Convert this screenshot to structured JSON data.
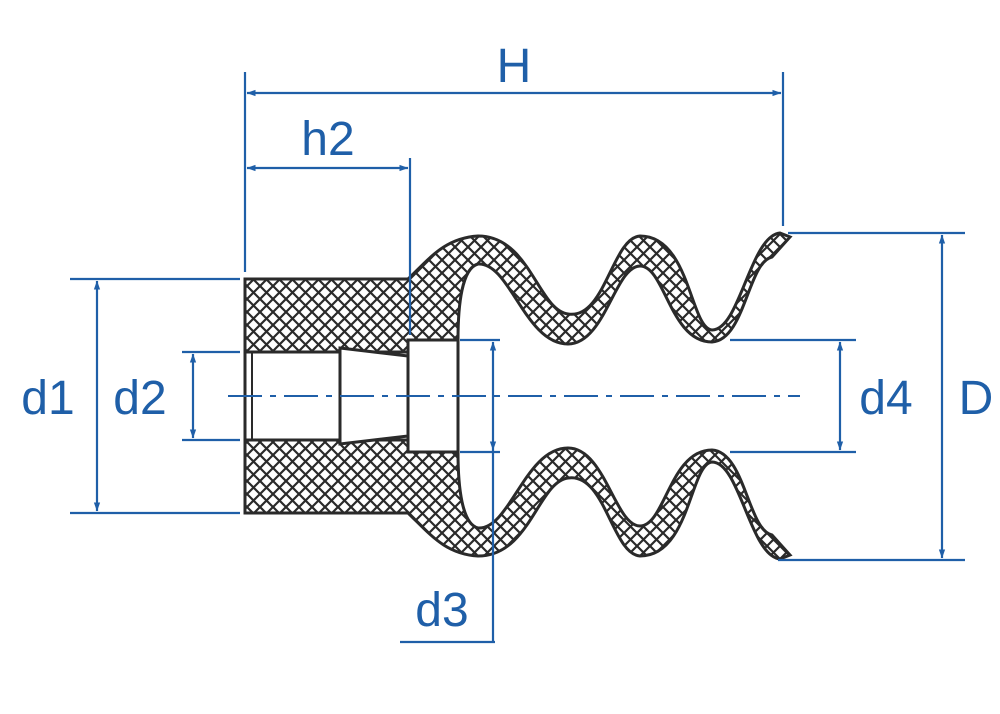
{
  "colors": {
    "dimension": "#1f5fa8",
    "outline": "#2a2a2a",
    "hatch": "#2a2a2a",
    "background": "#ffffff"
  },
  "labels": {
    "H": "H",
    "h2": "h2",
    "d1": "d1",
    "d2": "d2",
    "d3": "d3",
    "d4": "d4",
    "D": "D"
  }
}
